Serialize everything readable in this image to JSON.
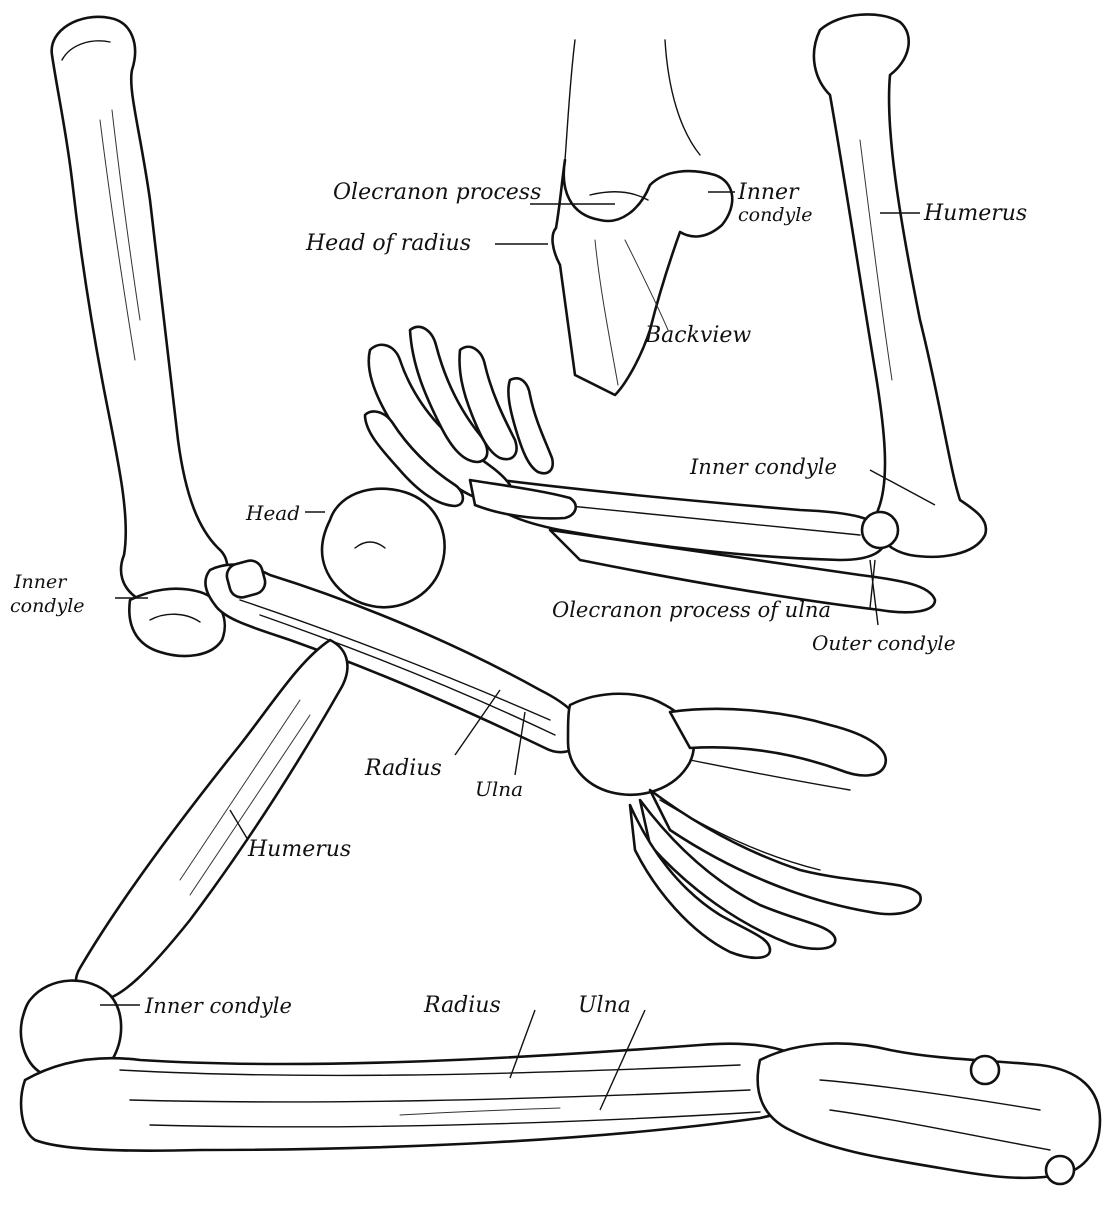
{
  "labels": {
    "olecranon_process": "Olecranon process",
    "head_of_radius": "Head of radius",
    "inner_condyle_top_1": "Inner",
    "inner_condyle_top_2": "condyle",
    "humerus_top_right": "Humerus",
    "backview": "Backview",
    "inner_condyle_right": "Inner condyle",
    "head": "Head",
    "inner_condyle_left_1": "Inner",
    "inner_condyle_left_2": "condyle",
    "olecranon_process_of_ulna": "Olecranon process of ulna",
    "outer_condyle": "Outer condyle",
    "radius_middle": "Radius",
    "ulna_middle": "Ulna",
    "humerus_middle": "Humerus",
    "inner_condyle_bottom": "Inner condyle",
    "radius_bottom": "Radius",
    "ulna_bottom": "Ulna"
  }
}
